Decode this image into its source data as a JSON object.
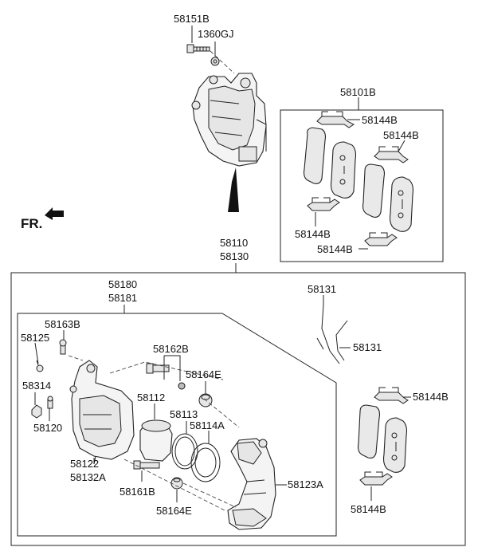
{
  "direction_label": "FR.",
  "labels": {
    "l58151B": "58151B",
    "l1360GJ": "1360GJ",
    "l58101B": "58101B",
    "l58144B_a": "58144B",
    "l58144B_b": "58144B",
    "l58144B_c": "58144B",
    "l58144B_d": "58144B",
    "l58110": "58110",
    "l58130": "58130",
    "l58180": "58180",
    "l58181": "58181",
    "l58131_a": "58131",
    "l58131_b": "58131",
    "l58163B": "58163B",
    "l58125": "58125",
    "l58162B": "58162B",
    "l58164E_a": "58164E",
    "l58314": "58314",
    "l58112": "58112",
    "l58113": "58113",
    "l58114A": "58114A",
    "l58120": "58120",
    "l58122": "58122",
    "l58132A": "58132A",
    "l58161B": "58161B",
    "l58123A": "58123A",
    "l58164E_b": "58164E",
    "l58144B_e": "58144B",
    "l58144B_f": "58144B"
  },
  "icons": [
    "fr-arrow-icon"
  ]
}
